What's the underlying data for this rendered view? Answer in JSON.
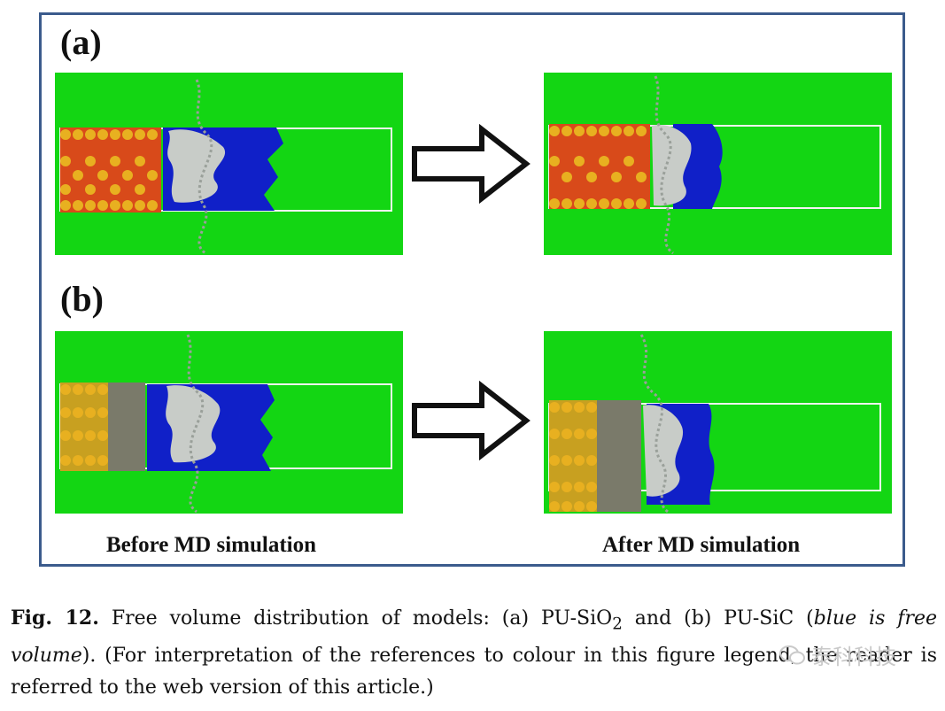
{
  "figure": {
    "panel_a_label": "(a)",
    "panel_b_label": "(b)",
    "before_label": "Before MD simulation",
    "after_label": "After MD simulation"
  },
  "caption": {
    "fig_number": "Fig. 12.",
    "text_part1": " Free volume distribution of models: (a) PU-SiO",
    "subscript": "2",
    "text_part2": " and (b) PU-SiC (",
    "italic_text": "blue is free volume",
    "text_part3": "). (For interpretation of the references to colour in this figure legend, the reader is referred to the web version of this article.)"
  },
  "watermark": {
    "text": "泰科科技",
    "icon": "wechat-icon"
  },
  "colors": {
    "frame": "#3b5b8c",
    "background_green": "#13d613",
    "free_volume_blue": "#1020c8",
    "polymer_gray": "#c8ccc8",
    "silica_gold": "#e8b020",
    "oxygen_red": "#d8401a",
    "carbon_gray": "#7a7a6a"
  }
}
